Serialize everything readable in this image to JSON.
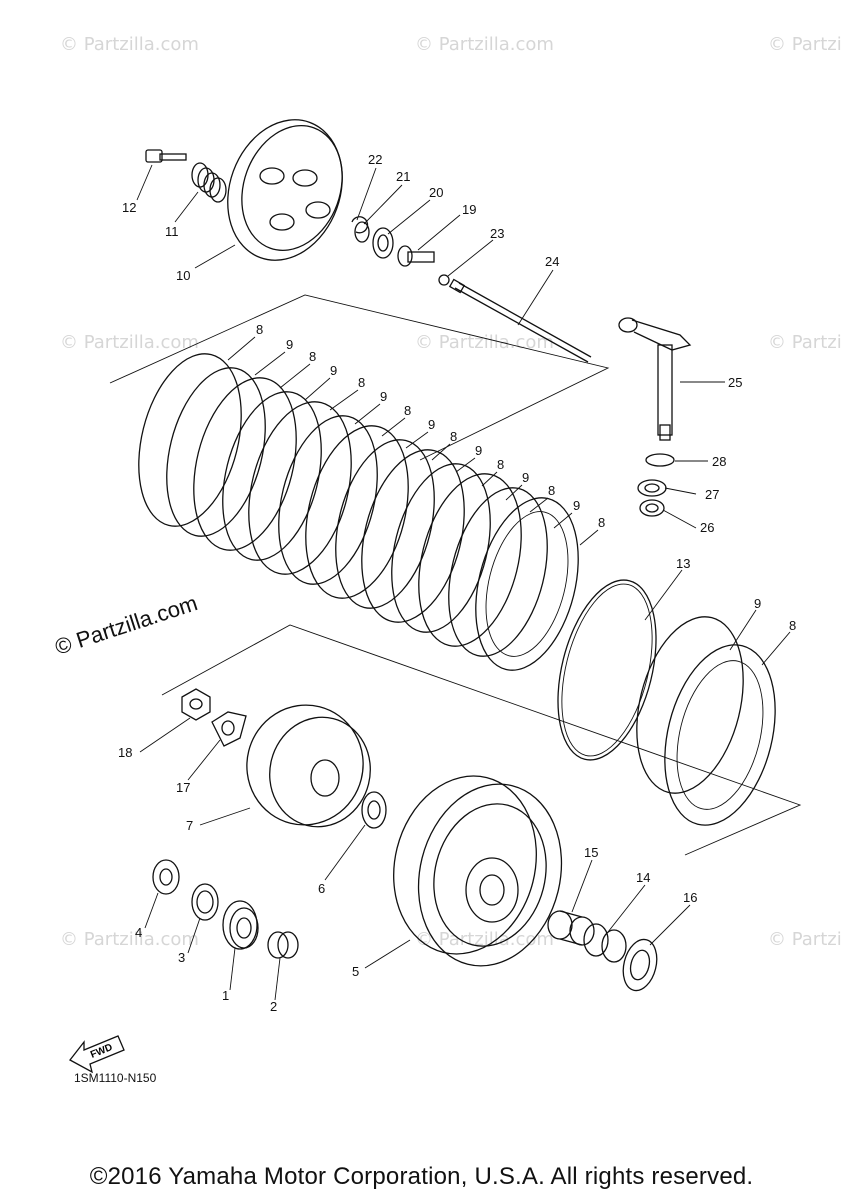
{
  "watermark": "© Partzilla.com",
  "diagram_code": "1SM1110-N150",
  "fwd_label": "FWD",
  "copyright": "©2016 Yamaha Motor Corporation, U.S.A. All rights reserved.",
  "callouts": [
    "1",
    "2",
    "3",
    "4",
    "5",
    "6",
    "7",
    "8",
    "9",
    "10",
    "11",
    "12",
    "13",
    "14",
    "15",
    "16",
    "17",
    "18",
    "19",
    "20",
    "21",
    "22",
    "23",
    "24",
    "25",
    "26",
    "27",
    "28"
  ]
}
